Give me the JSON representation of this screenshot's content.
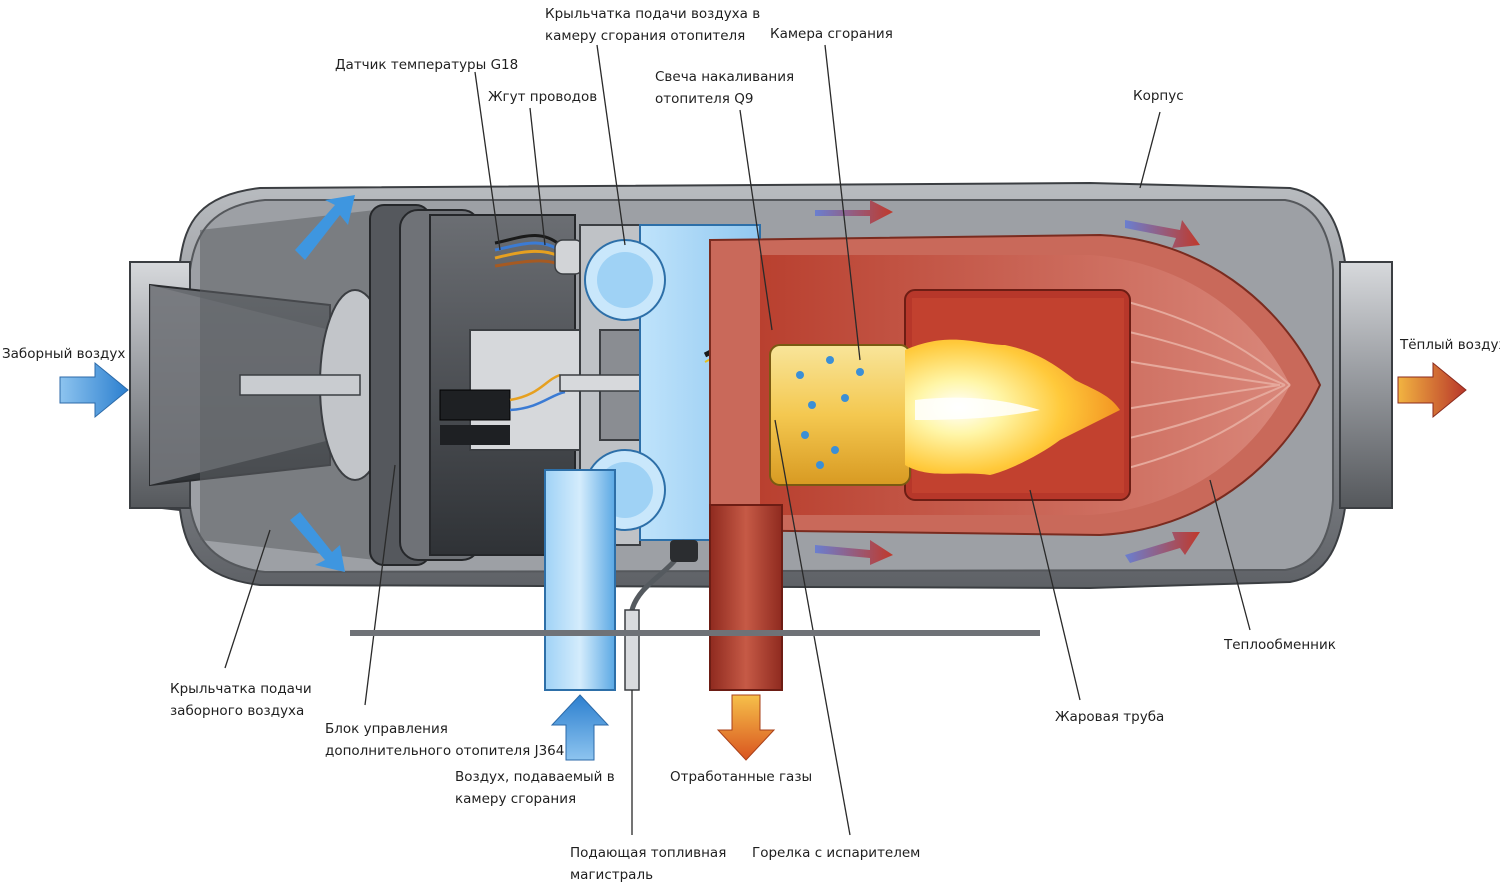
{
  "labels": {
    "intake_fan": [
      "Крыльчатка подачи воздуха в",
      "камеру сгорания отопителя"
    ],
    "combustion_chamber": "Камера сгорания",
    "temp_sensor": "Датчик температуры G18",
    "wiring_harness": "Жгут проводов",
    "glow_plug": [
      "Свеча накаливания",
      "отопителя Q9"
    ],
    "housing": "Корпус",
    "intake_air": "Заборный воздух",
    "warm_air": "Тёплый воздух",
    "heat_exchanger": "Теплообменник",
    "flame_tube": "Жаровая труба",
    "air_fan": [
      "Крыльчатка подачи",
      "заборного воздуха"
    ],
    "control_unit": [
      "Блок управления",
      "дополнительного отопителя J364"
    ],
    "combustion_air": [
      "Воздух, подаваемый в",
      "камеру сгорания"
    ],
    "exhaust": "Отработанные газы",
    "fuel_line": [
      "Подающая топливная",
      "магистраль"
    ],
    "burner": "Горелка с испарителем"
  },
  "colors": {
    "housing": "#8c8f93",
    "housing_dark": "#4a4d51",
    "intake_blue": "#3a8fd6",
    "warm_red": "#b8402e",
    "flame_yellow": "#ffd23a",
    "burner_yellow": "#f2c84b"
  }
}
